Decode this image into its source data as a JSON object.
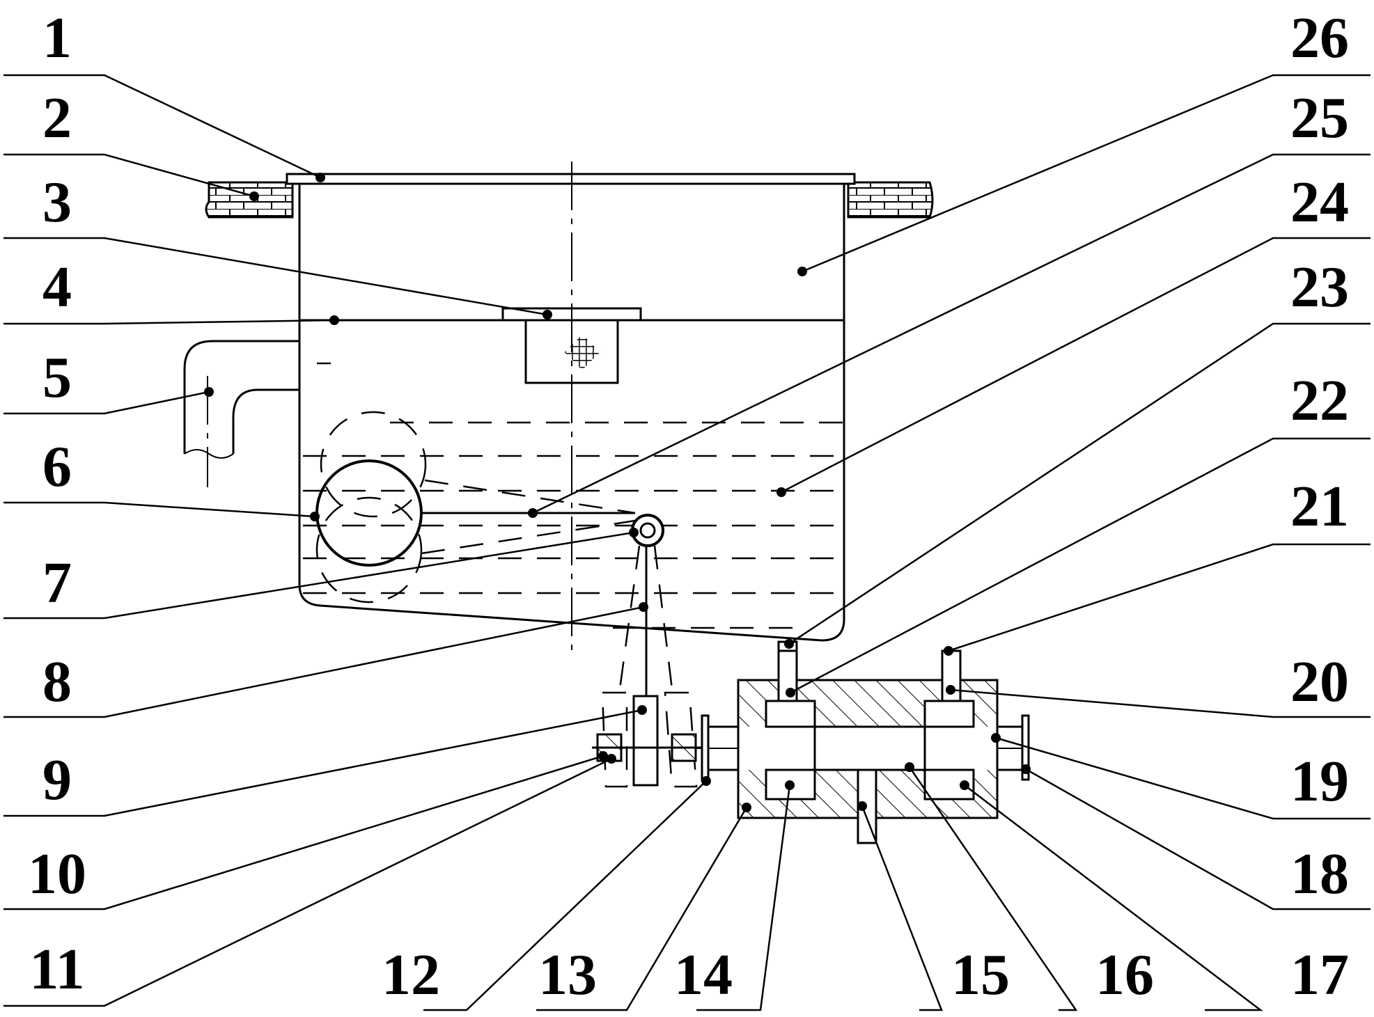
{
  "figure": {
    "labels_left": [
      "1",
      "2",
      "3",
      "4",
      "5",
      "6",
      "7",
      "8",
      "9",
      "10",
      "11"
    ],
    "labels_bottom": [
      "12",
      "13",
      "14",
      "15",
      "16",
      "17"
    ],
    "labels_right": [
      "26",
      "25",
      "24",
      "23",
      "22",
      "21",
      "20",
      "19",
      "18"
    ]
  }
}
